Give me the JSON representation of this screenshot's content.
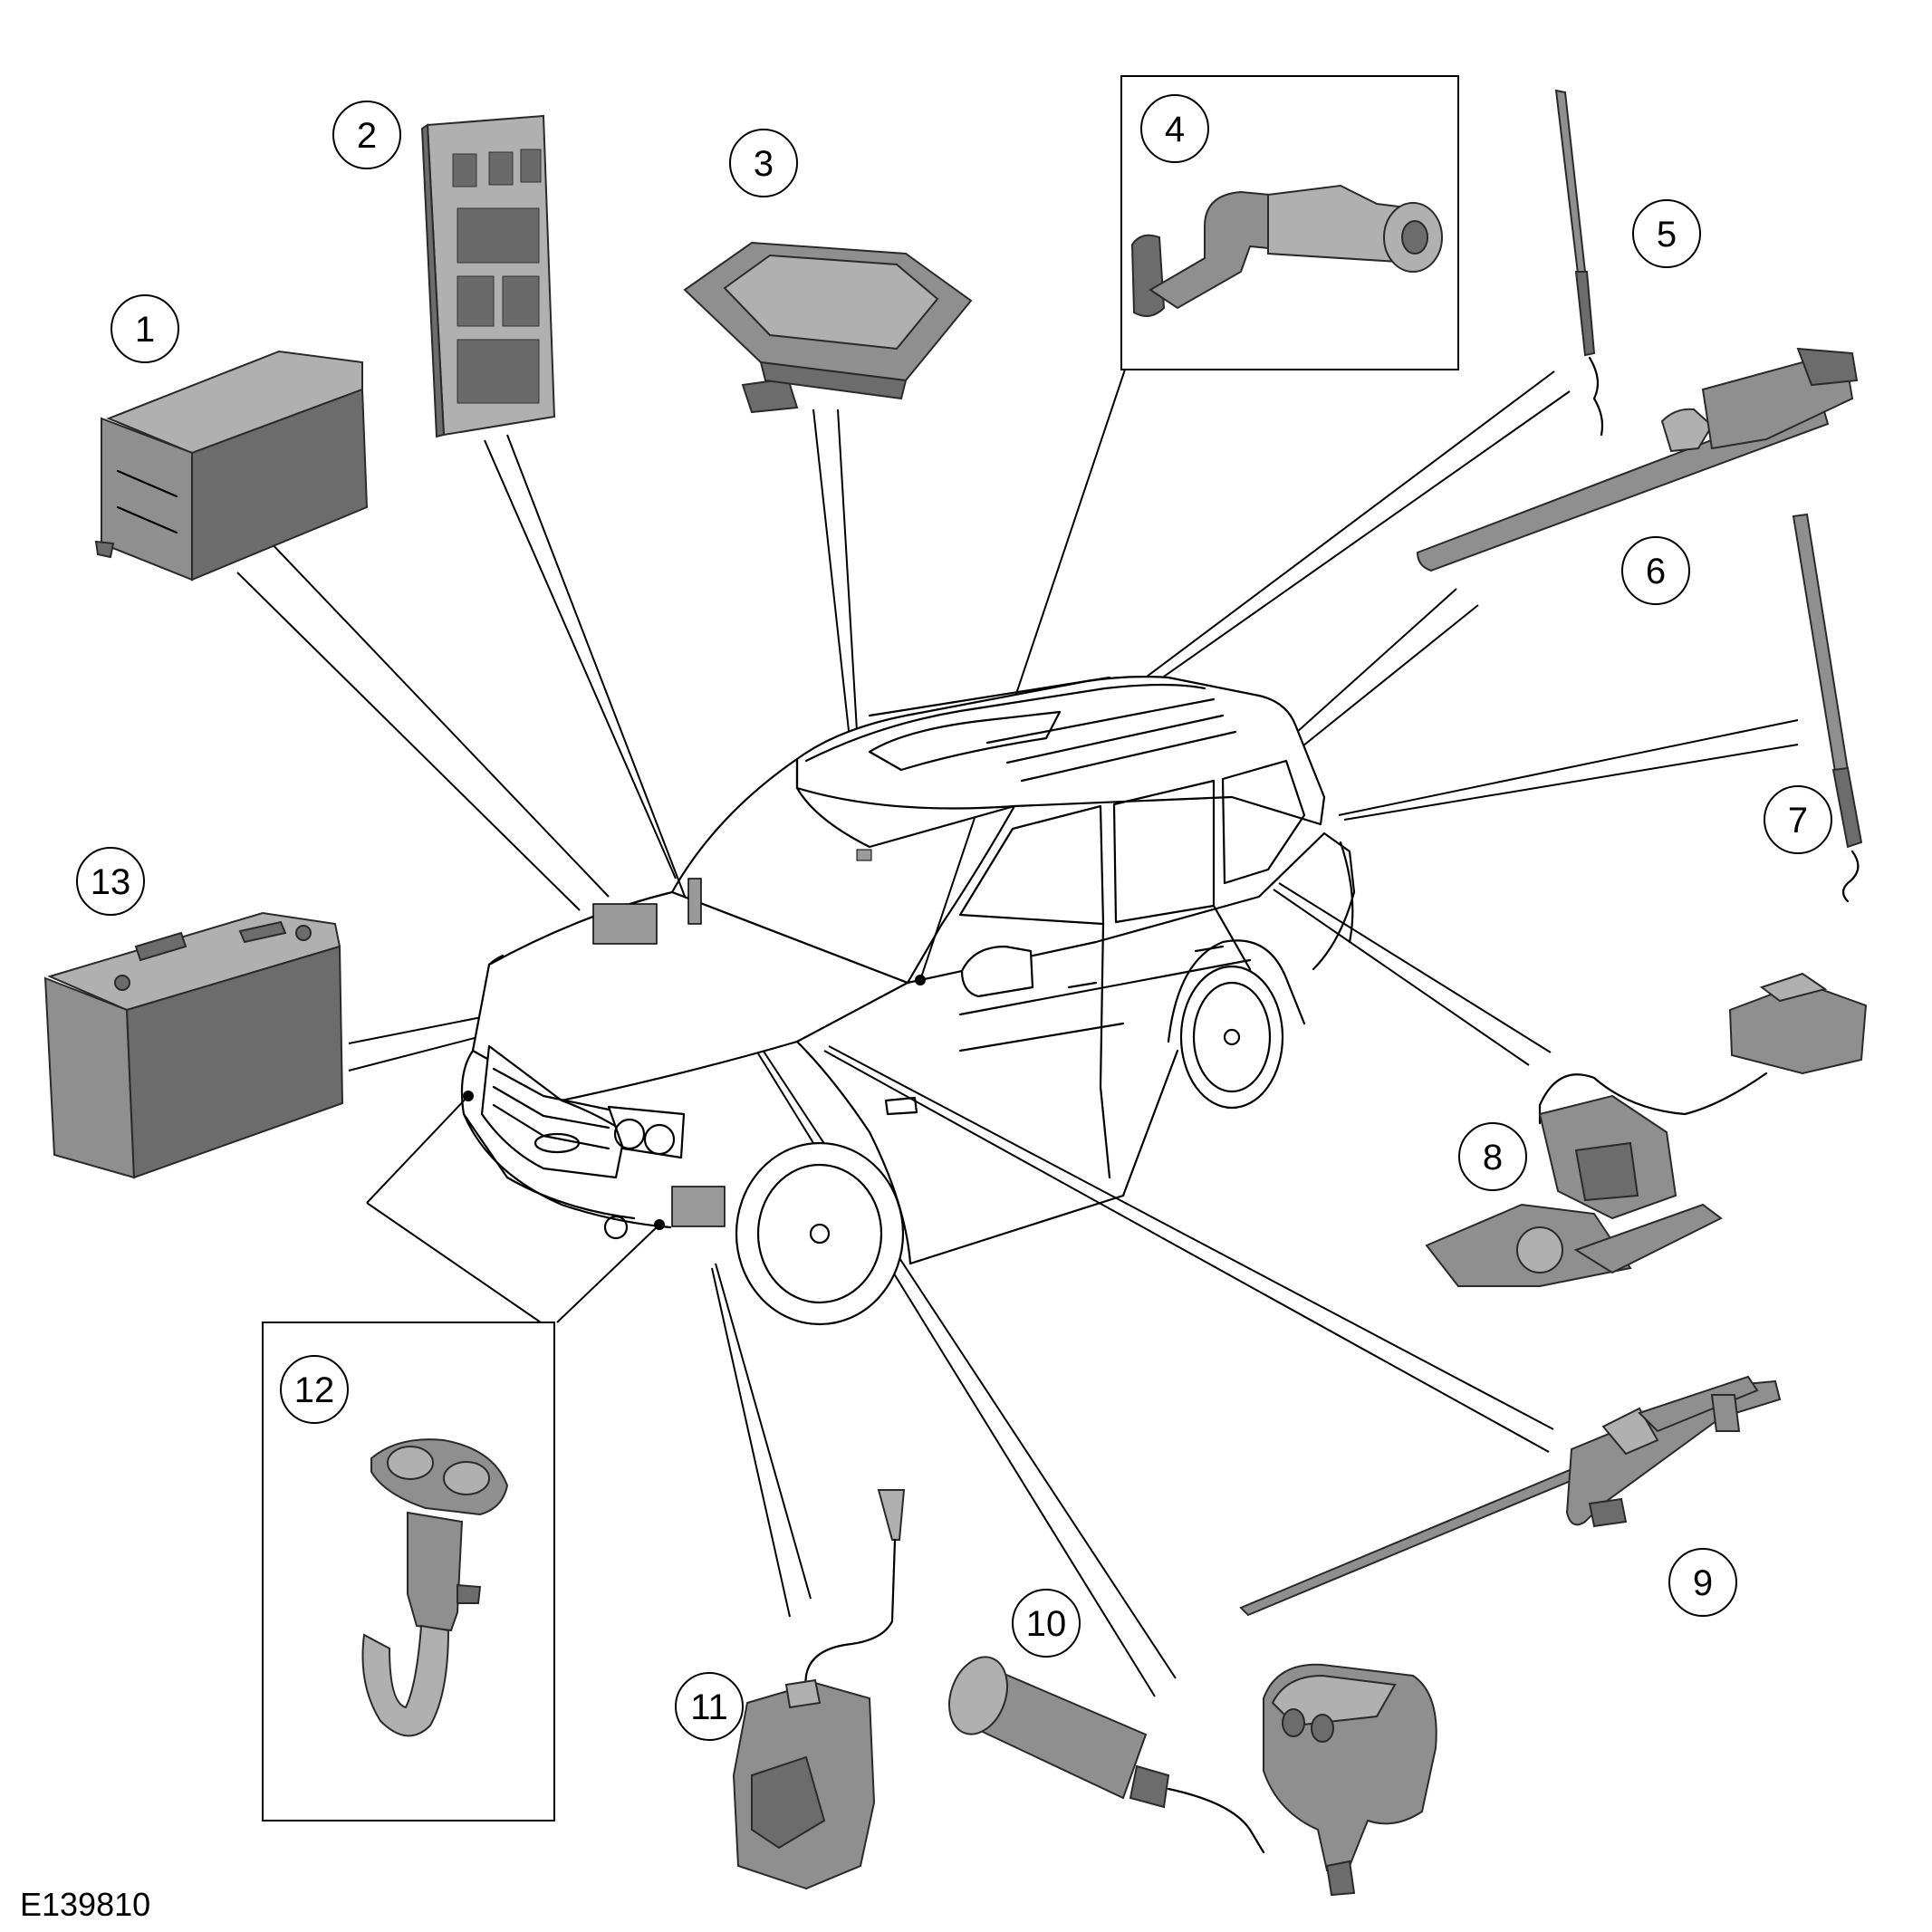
{
  "figure_id": "E139810",
  "callouts": [
    "1",
    "2",
    "3",
    "4",
    "5",
    "6",
    "7",
    "8",
    "9",
    "10",
    "11",
    "12",
    "13"
  ],
  "icons": {
    "c1": "fuse-box-icon",
    "c2": "central-junction-box-icon",
    "c3": "rain-sensor-icon",
    "c4": "wiper-switch-icon",
    "c5": "tailgate-strut-icon",
    "c6": "rear-wiper-motor-icon",
    "c7": "tailgate-strut-icon",
    "c8": "tailgate-latch-icon",
    "c9": "front-wiper-linkage-icon",
    "c10": "washer-jet-icon",
    "c11": "washer-reservoir-icon",
    "c12": "headlamp-washer-jet-icon",
    "c13": "battery-icon"
  },
  "colors": {
    "component_fill": "#8f8f8f",
    "line": "#000000",
    "background": "#ffffff"
  }
}
